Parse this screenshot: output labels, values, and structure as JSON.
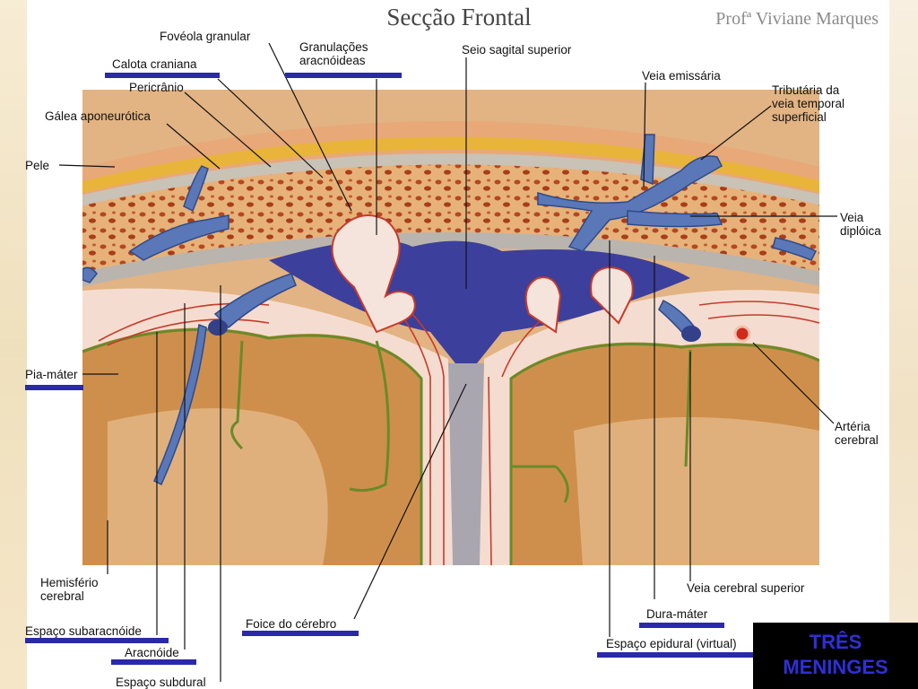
{
  "slide": {
    "title": "Secção Frontal",
    "author": "Profª Viviane Marques",
    "badge_line1": "TRÊS",
    "badge_line2": "MENINGES"
  },
  "labels": {
    "foveola": "Fovéola granular",
    "granulacoes_1": "Granulações",
    "granulacoes_2": "aracnóideas",
    "seio": "Seio sagital superior",
    "calota": "Calota craniana",
    "pericranio": "Pericrânio",
    "galea": "Gálea aponeurótica",
    "pele": "Pele",
    "veia_emissaria": "Veia emissária",
    "tributaria_1": "Tributária da",
    "tributaria_2": "veia temporal",
    "tributaria_3": "superficial",
    "veia_diploica_1": "Veia",
    "veia_diploica_2": "diplóica",
    "pia_mater": "Pia-máter",
    "arteria_1": "Artéria",
    "arteria_2": "cerebral",
    "hemisferio_1": "Hemisfério",
    "hemisferio_2": "cerebral",
    "veia_cerebral_sup": "Veia cerebral superior",
    "dura_mater": "Dura-máter",
    "foice": "Foice do cérebro",
    "espaco_subaracnoide": "Espaço subaracnóide",
    "aracnoide": "Aracnóide",
    "espaco_epidural": "Espaço epidural (virtual)",
    "espaco_subdural": "Espaço subdural"
  },
  "colors": {
    "underline": "#2a2aa8",
    "sinus": "#3c3f9c",
    "vein": "#5a78b8",
    "bone": "#d9a05a",
    "brain": "#c98a48",
    "pia": "#6a8a2a",
    "vessel_red": "#c83a2a",
    "badge_text": "#2f2fd8"
  }
}
